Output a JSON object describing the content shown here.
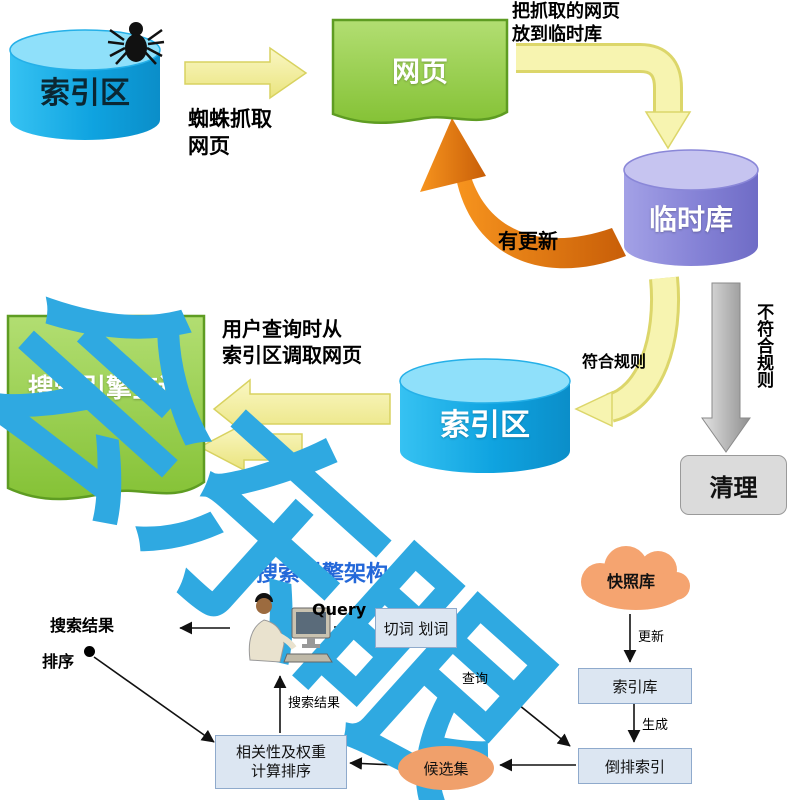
{
  "colors": {
    "watermark": "#2FA9E1",
    "cylinder_blue": "#18ADE8",
    "cylinder_purple": "#8C8AD8",
    "page_green": "#8CC63F",
    "arrow_yellow": "#F7F4B0",
    "arrow_orange": "#F7941E",
    "arrow_gray": "#ABABAB",
    "flow_box_fill": "#DCE6F2",
    "cloud_orange": "#F5A470",
    "title_blue": "#2468D9"
  },
  "watermark_text": "会东眼",
  "top": {
    "index_db": "索引区",
    "webpage": "网页",
    "temp_db": "临时库",
    "index_db2": "索引区",
    "query_page": "搜索引擎查询",
    "clean": "清理",
    "crawl_note": [
      "蜘蛛抓取",
      "网页"
    ],
    "fetch_note": [
      "把抓取的网页",
      "放到临时库"
    ],
    "update_note": "有更新",
    "rule_match": "符合规则",
    "rule_mismatch": "不符合规则",
    "mid_note": [
      "用户查询时从",
      "索引区调取网页"
    ]
  },
  "bottom": {
    "title": "搜索引擎架构",
    "query": "Query",
    "segment": "切词 划词",
    "snapshot": "快照库",
    "index_lib": "索引库",
    "inverted": "倒排索引",
    "candidate": "候选集",
    "rank": [
      "相关性及权重",
      "计算排序"
    ],
    "result": "搜索结果",
    "left_note": [
      "搜索结果",
      "排序"
    ],
    "lbl_update": "更新",
    "lbl_generate": "生成",
    "lbl_query": "查询"
  }
}
